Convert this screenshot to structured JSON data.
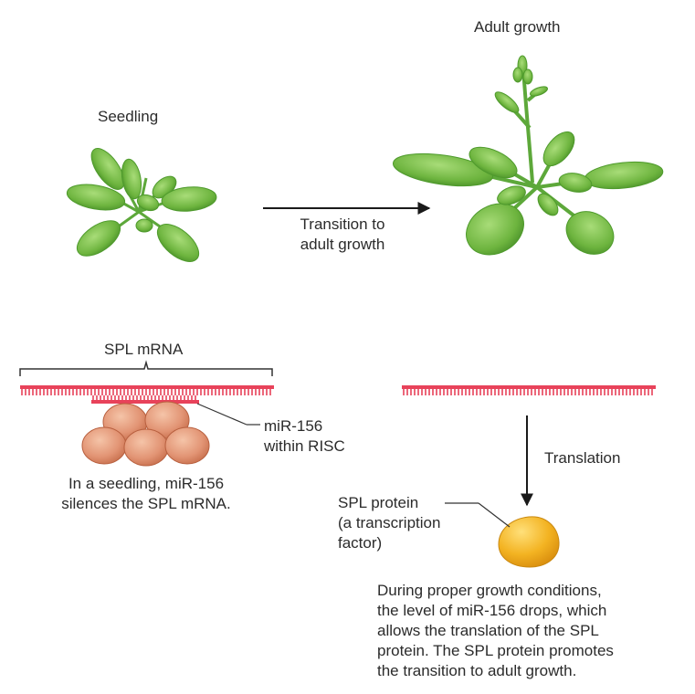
{
  "labels": {
    "seedling": "Seedling",
    "adult_growth": "Adult growth",
    "transition_line1": "Transition to",
    "transition_line2": "adult growth",
    "spl_mrna": "SPL mRNA",
    "mir_line1": "miR-156",
    "mir_line2": "within RISC",
    "silence_line1": "In a seedling, miR-156",
    "silence_line2": "silences the SPL mRNA.",
    "translation": "Translation",
    "spl_protein_line1": "SPL protein",
    "spl_protein_line2": "(a transcription",
    "spl_protein_line3": "factor)",
    "desc_line1": "During proper growth conditions,",
    "desc_line2": "the level of miR-156 drops, which",
    "desc_line3": "allows the translation of the SPL",
    "desc_line4": "protein. The SPL protein promotes",
    "desc_line5": "the transition to adult growth."
  },
  "colors": {
    "leaf": "#7cc04f",
    "leaf_dark": "#4e9a2c",
    "mrna": "#e8425a",
    "risc": "#e09070",
    "protein": "#f2b225",
    "arrow": "#1a1a1a"
  }
}
